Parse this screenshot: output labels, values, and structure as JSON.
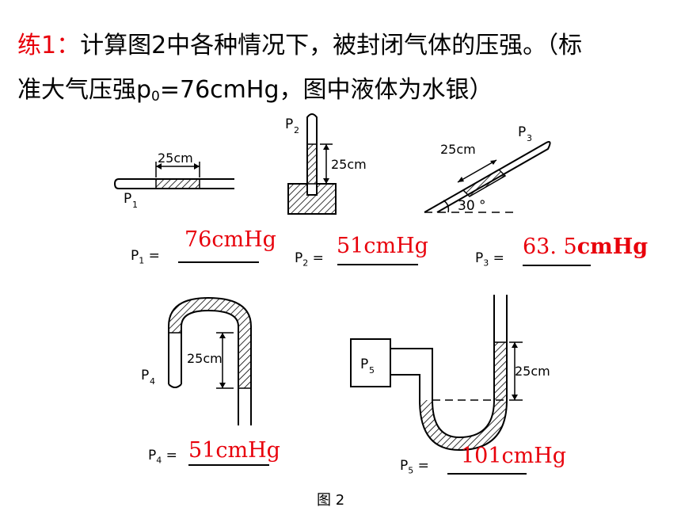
{
  "title": {
    "lead": "练1：",
    "line1_rest": "计算图2中各种情况下，被封闭气体的压强。（标",
    "line2_a": "准大气压强p",
    "line2_sub": "0",
    "line2_b": "=76cmHg，图中液体为水银）"
  },
  "figure": {
    "length_label": "25cm",
    "angle_label": "30 °",
    "gas_labels": {
      "p1": "P",
      "p2": "P",
      "p3": "P",
      "p4": "P",
      "p5": "P"
    },
    "gas_subs": {
      "p1": "1",
      "p2": "2",
      "p3": "3",
      "p4": "4",
      "p5": "5"
    },
    "caption": "图 2"
  },
  "answers": [
    {
      "label": "P",
      "sub": "1",
      "eq": "=",
      "value": "76cmHg"
    },
    {
      "label": "P",
      "sub": "2",
      "eq": "=",
      "value": "51cmHg"
    },
    {
      "label": "P",
      "sub": "3",
      "eq": "=",
      "value_a": "63. 5",
      "value_b": "cmHg"
    },
    {
      "label": "P",
      "sub": "4",
      "eq": "=",
      "value": "51cmHg"
    },
    {
      "label": "P",
      "sub": "5",
      "eq": "=",
      "value": "101cmHg"
    }
  ]
}
